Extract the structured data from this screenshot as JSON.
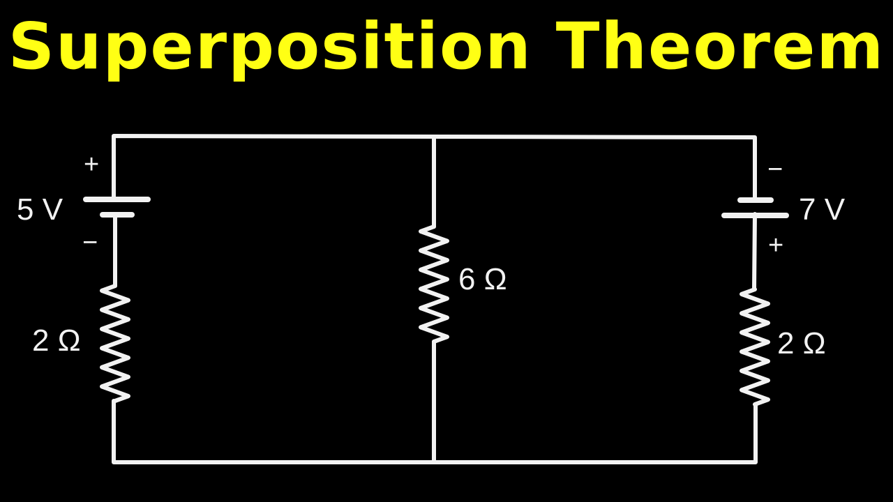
{
  "title": "Superposition Theorem",
  "colors": {
    "title": "#ffff14",
    "wire": "#f2f2f2",
    "background": "#000000"
  },
  "circuit": {
    "left_source": {
      "label": "5 V",
      "plus": "+",
      "minus": "−"
    },
    "left_resistor": {
      "label": "2 Ω"
    },
    "middle_resistor": {
      "label": "6 Ω"
    },
    "right_source": {
      "label": "7 V",
      "plus": "+",
      "minus": "−"
    },
    "right_resistor": {
      "label": "2 Ω"
    }
  }
}
